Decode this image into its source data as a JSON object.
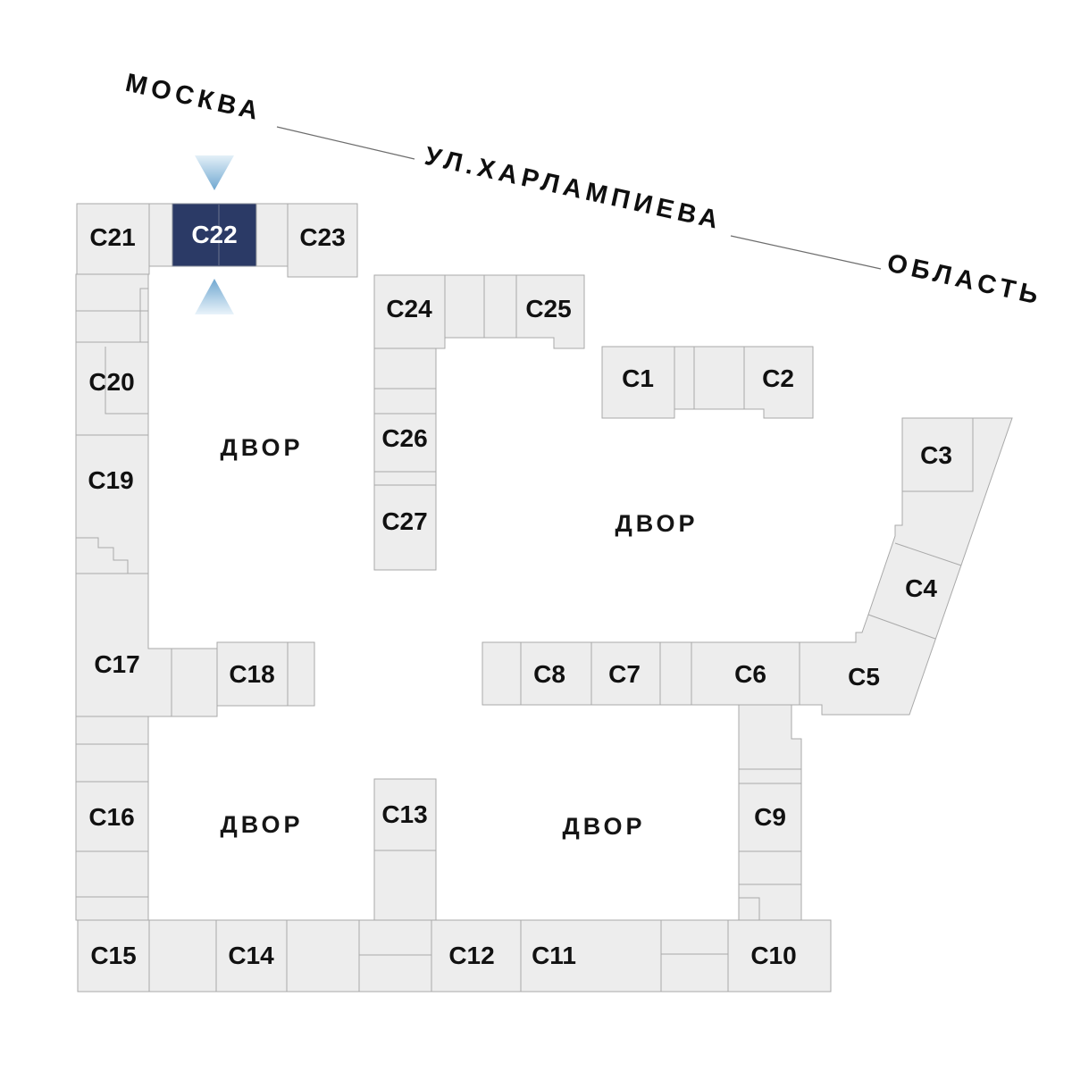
{
  "street": {
    "city_label": "МОСКВА",
    "street_label": "УЛ.ХАРЛАМПИЕВА",
    "region_label": "ОБЛАСТЬ"
  },
  "courtyards": {
    "top_left": "ДВОР",
    "top_right": "ДВОР",
    "bottom_left": "ДВОР",
    "bottom_right": "ДВОР"
  },
  "sections": {
    "c1": {
      "label": "С1",
      "selected": false
    },
    "c2": {
      "label": "С2",
      "selected": false
    },
    "c3": {
      "label": "С3",
      "selected": false
    },
    "c4": {
      "label": "С4",
      "selected": false
    },
    "c5": {
      "label": "С5",
      "selected": false
    },
    "c6": {
      "label": "С6",
      "selected": false
    },
    "c7": {
      "label": "С7",
      "selected": false
    },
    "c8": {
      "label": "С8",
      "selected": false
    },
    "c9": {
      "label": "С9",
      "selected": false
    },
    "c10": {
      "label": "С10",
      "selected": false
    },
    "c11": {
      "label": "С11",
      "selected": false
    },
    "c12": {
      "label": "С12",
      "selected": false
    },
    "c13": {
      "label": "С13",
      "selected": false
    },
    "c14": {
      "label": "С14",
      "selected": false
    },
    "c15": {
      "label": "С15",
      "selected": false
    },
    "c16": {
      "label": "С16",
      "selected": false
    },
    "c17": {
      "label": "С17",
      "selected": false
    },
    "c18": {
      "label": "С18",
      "selected": false
    },
    "c19": {
      "label": "С19",
      "selected": false
    },
    "c20": {
      "label": "С20",
      "selected": false
    },
    "c21": {
      "label": "С21",
      "selected": false
    },
    "c22": {
      "label": "С22",
      "selected": true
    },
    "c23": {
      "label": "С23",
      "selected": false
    },
    "c24": {
      "label": "С24",
      "selected": false
    },
    "c25": {
      "label": "С25",
      "selected": false
    },
    "c26": {
      "label": "С26",
      "selected": false
    },
    "c27": {
      "label": "С27",
      "selected": false
    }
  },
  "colors": {
    "selected_fill": "#2b3a66",
    "selected_text": "#ffffff",
    "block_fill": "#ededed",
    "block_stroke": "#a9a9a9",
    "label_text": "#111111",
    "arrow_light": "#dcebf5",
    "arrow_dark": "#6fa7d0"
  }
}
